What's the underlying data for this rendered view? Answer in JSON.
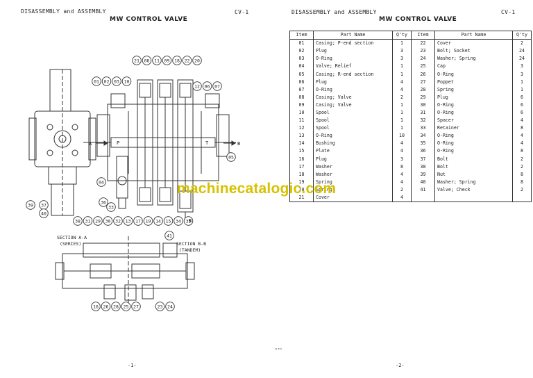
{
  "left_page": {
    "header": "DISASSEMBLY and ASSEMBLY",
    "title": "MW CONTROL VALVE",
    "code": "CV-1",
    "page_number": "-1-",
    "callouts_top": [
      "21",
      "08",
      "11",
      "09",
      "18",
      "22",
      "20"
    ],
    "callouts_left": [
      "01",
      "02",
      "03",
      "10"
    ],
    "callouts_right": [
      "12",
      "06",
      "07"
    ],
    "callouts_bottom": [
      "38",
      "31",
      "29",
      "30",
      "32",
      "13",
      "17",
      "19",
      "14",
      "15",
      "34",
      "35"
    ],
    "callouts_misc": [
      "04",
      "05",
      "36",
      "33",
      "39",
      "37",
      "40",
      "41"
    ],
    "callouts_section": [
      "16",
      "26",
      "28",
      "25",
      "27",
      "23",
      "24"
    ],
    "arrow_a": "A",
    "arrow_b": "B",
    "label_p": "P",
    "label_t": "T",
    "label_b_small": "B",
    "section_aa": "SECTION A-A",
    "section_aa_sub": "(SERIES)",
    "section_bb": "SECTION B-B",
    "section_bb_sub": "(TANDEM)"
  },
  "right_page": {
    "header": "DISASSEMBLY and ASSEMBLY",
    "title": "MW CONTROL VALVE",
    "code": "CV-1",
    "page_number": "-2-",
    "table_headers": [
      "Item",
      "Part Name",
      "Q'ty",
      "Item",
      "Part Name",
      "Q'ty"
    ],
    "parts_left": [
      {
        "item": "01",
        "name": "Casing; P-end section",
        "qty": "1"
      },
      {
        "item": "02",
        "name": "Plug",
        "qty": "3"
      },
      {
        "item": "03",
        "name": "O-Ring",
        "qty": "3"
      },
      {
        "item": "04",
        "name": "Valve; Relief",
        "qty": "1"
      },
      {
        "item": "05",
        "name": "Casing; R-end section",
        "qty": "1"
      },
      {
        "item": "06",
        "name": "Plug",
        "qty": "4"
      },
      {
        "item": "07",
        "name": "O-Ring",
        "qty": "4"
      },
      {
        "item": "08",
        "name": "Casing; Valve",
        "qty": "2"
      },
      {
        "item": "09",
        "name": "Casing; Valve",
        "qty": "1"
      },
      {
        "item": "10",
        "name": "Spool",
        "qty": "1"
      },
      {
        "item": "11",
        "name": "Spool",
        "qty": "1"
      },
      {
        "item": "12",
        "name": "Spool",
        "qty": "1"
      },
      {
        "item": "13",
        "name": "O-Ring",
        "qty": "10"
      },
      {
        "item": "14",
        "name": "Bushing",
        "qty": "4"
      },
      {
        "item": "15",
        "name": "Plate",
        "qty": "4"
      },
      {
        "item": "16",
        "name": "Plug",
        "qty": "3"
      },
      {
        "item": "17",
        "name": "Washer",
        "qty": "8"
      },
      {
        "item": "18",
        "name": "Washer",
        "qty": "4"
      },
      {
        "item": "19",
        "name": "Spring",
        "qty": "4"
      },
      {
        "item": "20",
        "name": "Spring",
        "qty": "2"
      },
      {
        "item": "21",
        "name": "Cover",
        "qty": "4"
      }
    ],
    "parts_right": [
      {
        "item": "22",
        "name": "Cover",
        "qty": "2"
      },
      {
        "item": "23",
        "name": "Bolt; Socket",
        "qty": "24"
      },
      {
        "item": "24",
        "name": "Washer; Spring",
        "qty": "24"
      },
      {
        "item": "25",
        "name": "Cap",
        "qty": "3"
      },
      {
        "item": "26",
        "name": "O-Ring",
        "qty": "3"
      },
      {
        "item": "27",
        "name": "Poppet",
        "qty": "1"
      },
      {
        "item": "28",
        "name": "Spring",
        "qty": "1"
      },
      {
        "item": "29",
        "name": "Plug",
        "qty": "6"
      },
      {
        "item": "30",
        "name": "O-Ring",
        "qty": "6"
      },
      {
        "item": "31",
        "name": "O-Ring",
        "qty": "6"
      },
      {
        "item": "32",
        "name": "Spacer",
        "qty": "4"
      },
      {
        "item": "33",
        "name": "Retainer",
        "qty": "8"
      },
      {
        "item": "34",
        "name": "O-Ring",
        "qty": "4"
      },
      {
        "item": "35",
        "name": "O-Ring",
        "qty": "4"
      },
      {
        "item": "36",
        "name": "O-Ring",
        "qty": "8"
      },
      {
        "item": "37",
        "name": "Bolt",
        "qty": "2"
      },
      {
        "item": "38",
        "name": "Bolt",
        "qty": "2"
      },
      {
        "item": "39",
        "name": "Nut",
        "qty": "8"
      },
      {
        "item": "40",
        "name": "Washer; Spring",
        "qty": "8"
      },
      {
        "item": "41",
        "name": "Valve; Check",
        "qty": "2"
      },
      {
        "item": "",
        "name": "",
        "qty": ""
      }
    ],
    "footer_mark": "ᵖᵃˢ"
  },
  "watermark": "machinecatalogic.com",
  "colors": {
    "watermark": "#d6c200",
    "ink": "#222222",
    "paper": "#ffffff"
  }
}
